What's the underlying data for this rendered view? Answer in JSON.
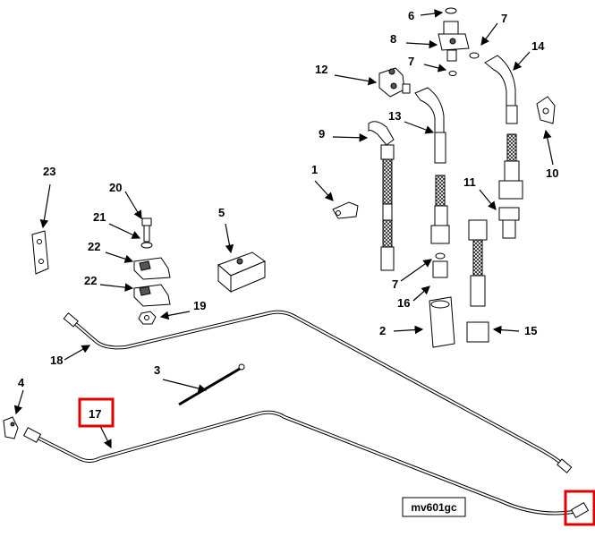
{
  "diagram": {
    "code_label": "mv601gc",
    "highlight_color": "#e00000",
    "callouts": [
      "1",
      "2",
      "3",
      "4",
      "5",
      "6",
      "7",
      "7",
      "7",
      "8",
      "9",
      "10",
      "11",
      "12",
      "13",
      "14",
      "15",
      "16",
      "17",
      "18",
      "19",
      "20",
      "21",
      "22",
      "22",
      "23"
    ]
  }
}
